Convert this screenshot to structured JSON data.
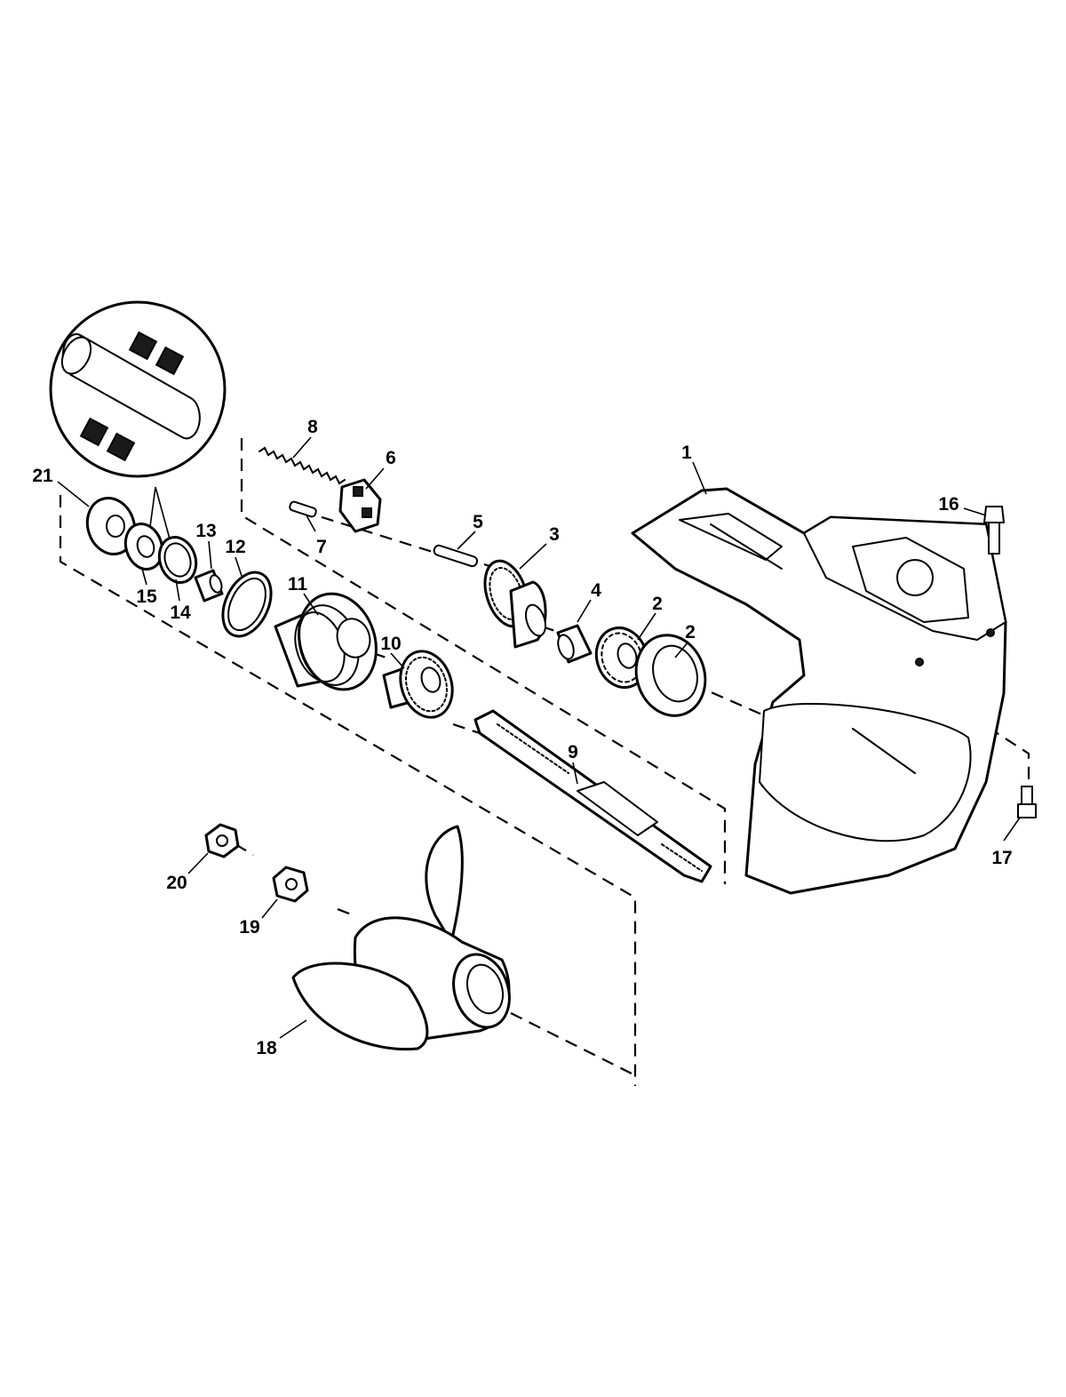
{
  "diagram": {
    "type": "exploded-parts-diagram",
    "colors": {
      "line": "#000000",
      "background": "#ffffff"
    },
    "callouts": [
      {
        "id": "c1",
        "label": "1"
      },
      {
        "id": "c2a",
        "label": "2"
      },
      {
        "id": "c2b",
        "label": "2"
      },
      {
        "id": "c3",
        "label": "3"
      },
      {
        "id": "c4",
        "label": "4"
      },
      {
        "id": "c5",
        "label": "5"
      },
      {
        "id": "c6",
        "label": "6"
      },
      {
        "id": "c7",
        "label": "7"
      },
      {
        "id": "c8",
        "label": "8"
      },
      {
        "id": "c9",
        "label": "9"
      },
      {
        "id": "c10",
        "label": "10"
      },
      {
        "id": "c11",
        "label": "11"
      },
      {
        "id": "c12",
        "label": "12"
      },
      {
        "id": "c13",
        "label": "13"
      },
      {
        "id": "c14",
        "label": "14"
      },
      {
        "id": "c15",
        "label": "15"
      },
      {
        "id": "c16",
        "label": "16"
      },
      {
        "id": "c17",
        "label": "17"
      },
      {
        "id": "c18",
        "label": "18"
      },
      {
        "id": "c19",
        "label": "19"
      },
      {
        "id": "c20",
        "label": "20"
      },
      {
        "id": "c21",
        "label": "21"
      }
    ]
  }
}
